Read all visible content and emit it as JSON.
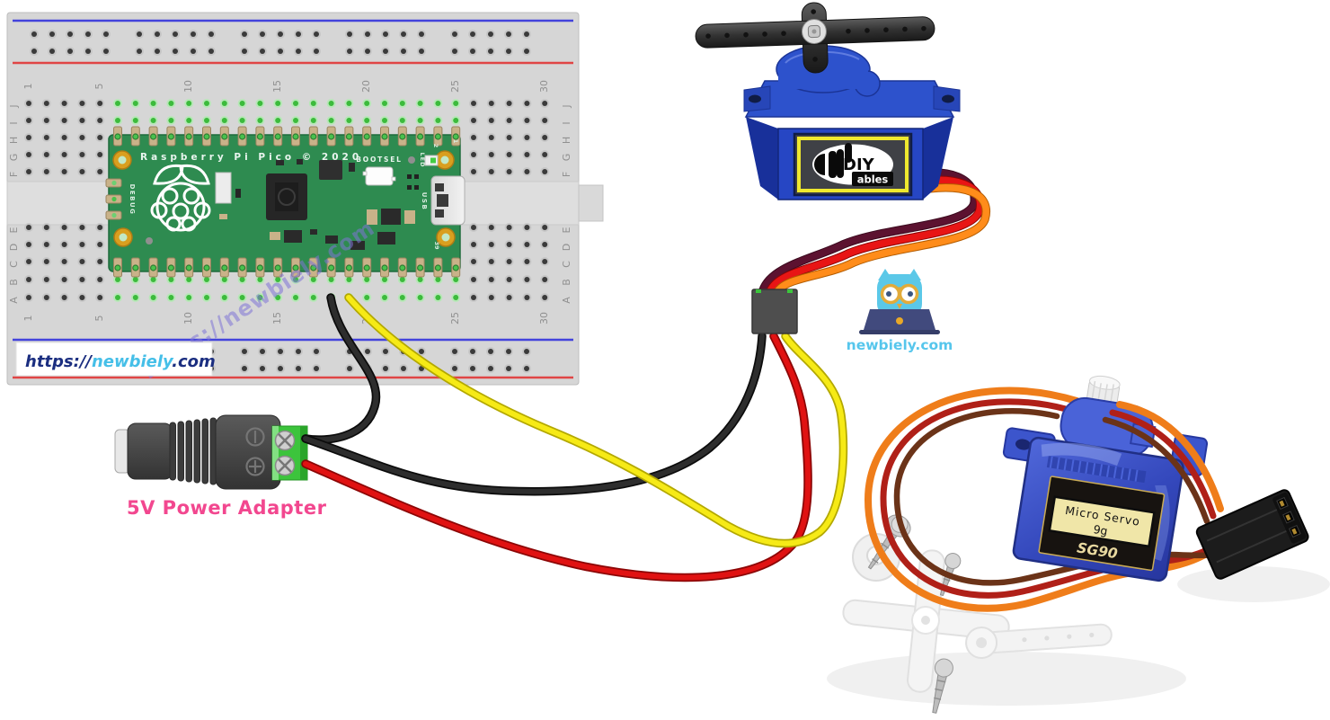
{
  "colors": {
    "breadboard": "#d6d6d6",
    "rail_blue": "#4343dc",
    "rail_red": "#e04545",
    "hole_green": "#3cbb3c",
    "pico_green": "#2e8b50",
    "wire_black": "#2d2d2d",
    "wire_red": "#e01212",
    "wire_yellow": "#f6ea16",
    "servo_wire_maroon": "#5c1230",
    "servo_wire_red": "#e81515",
    "servo_wire_orange": "#ff8c1a",
    "photo_wire_orange": "#ef7d1a",
    "photo_wire_red": "#b02018",
    "photo_wire_brown": "#6b3318",
    "servo_blue": "#2646c4",
    "terminal_green": "#3cc43c",
    "label_pink": "#f2478f",
    "logo_blue": "#56c6ec",
    "watermark_purple": "#7f74d6"
  },
  "breadboard": {
    "column_labels": [
      "1",
      "5",
      "10",
      "15",
      "20",
      "25",
      "30"
    ],
    "column_numbers": [
      1,
      5,
      10,
      15,
      20,
      25,
      30
    ],
    "row_labels_top": [
      "J",
      "I",
      "H",
      "G",
      "F"
    ],
    "row_labels_bottom": [
      "E",
      "D",
      "C",
      "B",
      "A"
    ]
  },
  "pico": {
    "title": "Raspberry Pi Pico © 2020",
    "bootsel": "BOOTSEL",
    "led": "LED",
    "usb": "USB",
    "debug": "DEBUG",
    "pin1": "1",
    "pin2": "2",
    "pin39": "39"
  },
  "watermark": {
    "diagonal": "https://newbiely.com",
    "prefix": "https://",
    "brand": "newbiely",
    "suffix": ".com"
  },
  "site_logo": {
    "text": "newbiely.com"
  },
  "servo_cartoon": {
    "brand": "DIY",
    "brand_sub": "ables"
  },
  "power_adapter": {
    "label": "5V Power Adapter"
  },
  "servo_photo": {
    "label_line1": "Micro Servo",
    "label_line2": "9g",
    "model": "SG90"
  }
}
